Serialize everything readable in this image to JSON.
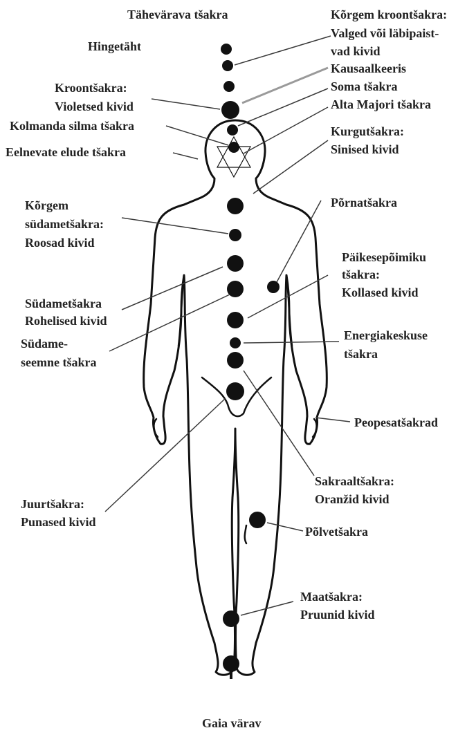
{
  "labels": {
    "tahevarava": "Tähevärava tšakra",
    "hingetaht": "Hingetäht",
    "korgem_kroon_1": "Kõrgem kroontšakra:",
    "korgem_kroon_2": "Valged või läbipaist-",
    "korgem_kroon_3": "vad kivid",
    "kausaal": "Kausaalkeeris",
    "kroon_1": "Kroontšakra:",
    "kroon_2": "Violetsed kivid",
    "soma": "Soma tšakra",
    "alta_majori": "Alta Majori tšakra",
    "kolmas_silm": "Kolmanda silma tšakra",
    "eelnevad_elud": "Eelnevate elude tšakra",
    "kurk_1": "Kurgutšakra:",
    "kurk_2": "Sinised kivid",
    "korgem_sudame_1": "Kõrgem",
    "korgem_sudame_2": "südametšakra:",
    "korgem_sudame_3": "Roosad kivid",
    "porna": "Põrnatšakra",
    "paikese_1": "Päikesepõimiku",
    "paikese_2": "tšakra:",
    "paikese_3": "Kollased kivid",
    "sudame_1": "Südametšakra",
    "sudame_2": "Rohelised kivid",
    "sudameseemne_1": "Südame-",
    "sudameseemne_2": "seemne tšakra",
    "energia_1": "Energiakeskuse",
    "energia_2": "tšakra",
    "peopesa": "Peopesatšakrad",
    "sakraal_1": "Sakraaltšakra:",
    "sakraal_2": "Oranžid kivid",
    "juur_1": "Juurtšakra:",
    "juur_2": "Punased kivid",
    "polve": "Põlvetšakra",
    "maa_1": "Maatšakra:",
    "maa_2": "Pruunid kivid",
    "gaia": "Gaia värav"
  },
  "colors": {
    "dot": "#111111",
    "text": "#222222",
    "line": "#3a3a3a",
    "kausaal_line": "#9a9a9a"
  }
}
